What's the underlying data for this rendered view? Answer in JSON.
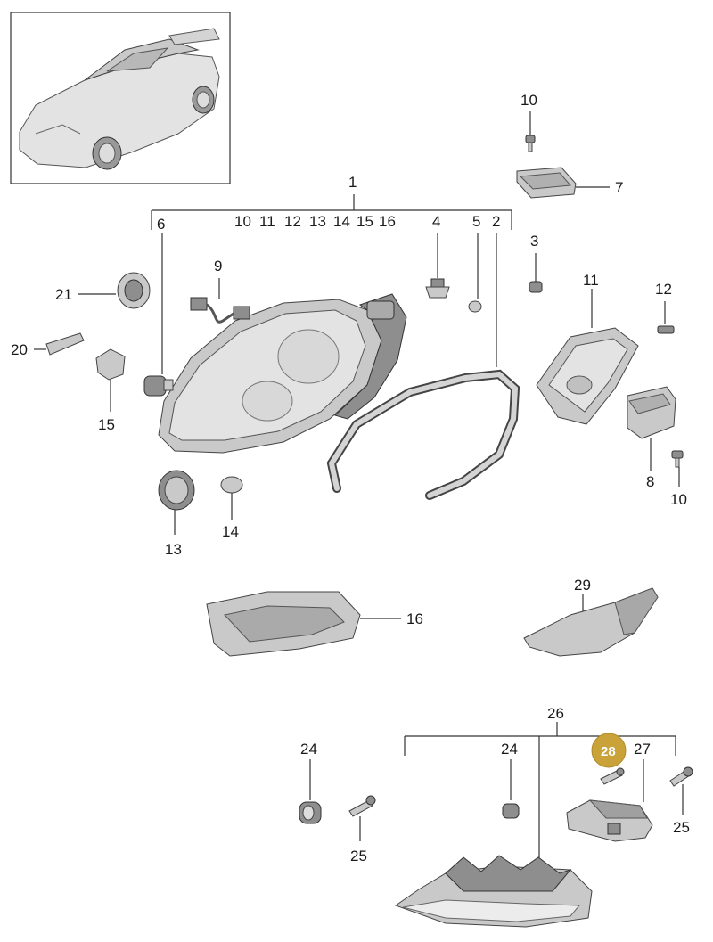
{
  "labels": {
    "l1": "1",
    "l2": "2",
    "l3": "3",
    "l4": "4",
    "l5": "5",
    "l6": "6",
    "l7": "7",
    "l8": "8",
    "l9": "9",
    "l10a": "10",
    "l10b": "10",
    "l11": "11",
    "l12": "12",
    "l13": "13",
    "l14": "14",
    "l15": "15",
    "l16": "16",
    "l20": "20",
    "l21": "21",
    "l24a": "24",
    "l24b": "24",
    "l25a": "25",
    "l25b": "25",
    "l26": "26",
    "l27": "27",
    "l28": "28",
    "l29": "29",
    "sub10": "10",
    "sub11": "11",
    "sub12": "12",
    "sub13": "13",
    "sub14": "14",
    "sub15": "15",
    "sub16": "16"
  },
  "highlight_color": "#c9a23a"
}
